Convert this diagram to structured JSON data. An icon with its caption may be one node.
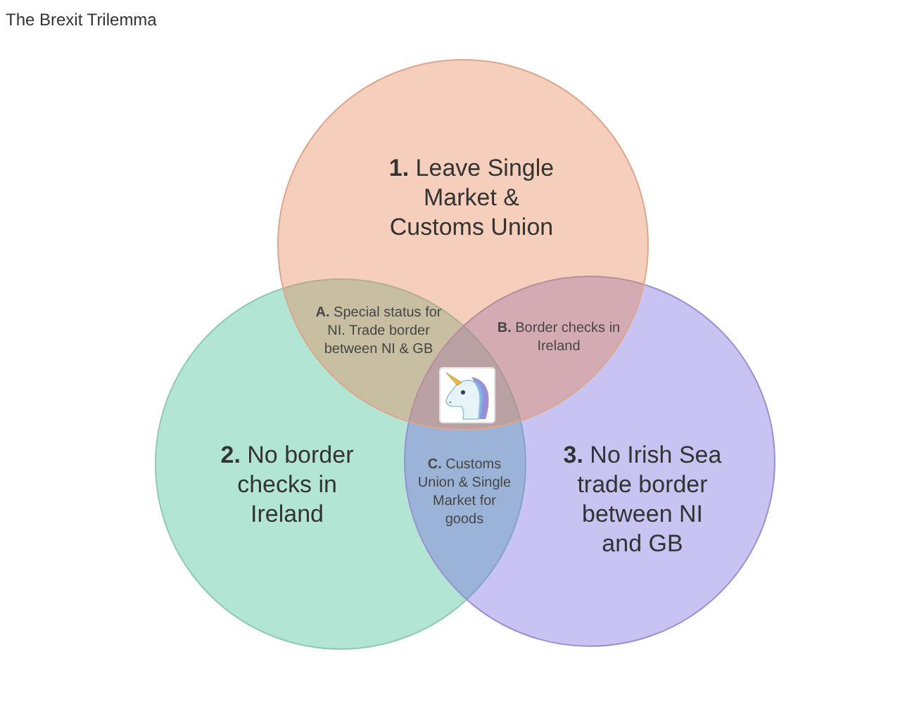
{
  "diagram": {
    "title": "The Brexit Trilemma",
    "nodes": [
      {
        "text": [
          "**1.** Leave Single Market & Customs Union"
        ]
      },
      {
        "text": [
          "**2.** No border checks in Ireland"
        ]
      },
      {
        "text": [
          "**3.** No Irish Sea trade border between NI and GB"
        ]
      }
    ],
    "labels": [
      "**A.** Special status for NI. Trade border between NI & GB",
      "**B.** Border checks in Ireland",
      "**C.** Customs Union & Single Market for goods"
    ]
  }
}
